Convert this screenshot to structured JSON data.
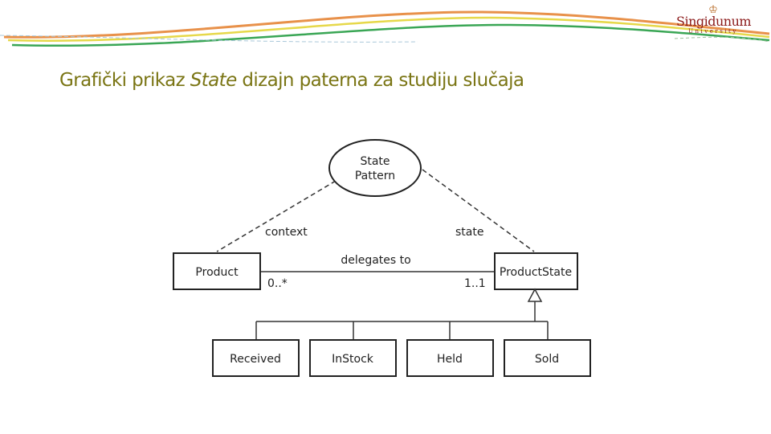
{
  "header": {
    "logo": {
      "name": "Singidunum",
      "sub": "University"
    },
    "title": {
      "part1": "Grafički prikaz ",
      "italic": "State",
      "part2": " dizajn paterna za studiju slučaja"
    }
  },
  "diagram": {
    "pattern_line1": "State",
    "pattern_line2": "Pattern",
    "role_context": "context",
    "role_state": "state",
    "context_class": "Product",
    "state_class": "ProductState",
    "association_label": "delegates to",
    "multiplicity_context": "0..*",
    "multiplicity_state": "1..1",
    "subclasses": [
      "Received",
      "InStock",
      "Held",
      "Sold"
    ]
  },
  "colors": {
    "title": "#7a7514",
    "swoosh_orange": "#e8914a",
    "swoosh_yellow": "#e6d84a",
    "swoosh_green": "#3aa655",
    "logo": "#8b1a1a"
  }
}
